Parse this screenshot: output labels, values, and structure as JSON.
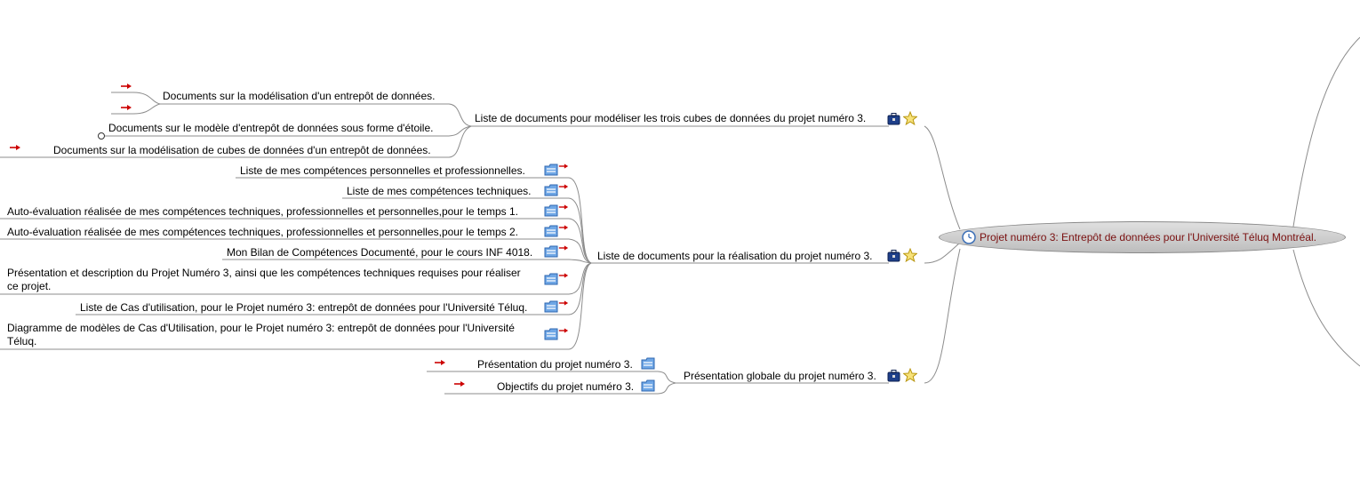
{
  "root": {
    "label": "Projet numéro 3: Entrepôt de données pour l'Université Téluq Montréal.",
    "icon": "clock-icon"
  },
  "branches": {
    "model": {
      "label": "Liste de documents pour modéliser les trois cubes de données du projet numéro 3.",
      "icons": [
        "briefcase-icon",
        "star-icon"
      ],
      "children": [
        "Documents sur la modélisation d'un entrepôt de données.",
        "Documents sur le modèle d'entrepôt de données sous forme d'étoile.",
        "Documents sur la modélisation de cubes de données d'un entrepôt de données."
      ]
    },
    "realisation": {
      "label": "Liste de documents pour la réalisation du projet numéro 3.",
      "icons": [
        "briefcase-icon",
        "star-icon"
      ],
      "children": [
        "Liste de mes compétences personnelles et professionnelles.",
        "Liste de mes compétences techniques.",
        "Auto-évaluation réalisée de mes compétences techniques, professionnelles et personnelles,pour le temps 1.",
        "Auto-évaluation réalisée de mes compétences techniques, professionnelles et personnelles,pour le temps 2.",
        "Mon Bilan de Compétences Documenté, pour le cours INF 4018.",
        "Présentation et description du Projet Numéro 3, ainsi que les compétences techniques requises pour réaliser ce projet.",
        "Liste de Cas d'utilisation, pour le Projet numéro 3: entrepôt de données pour l'Université Téluq.",
        "Diagramme de modèles de Cas d'Utilisation, pour le Projet numéro 3: entrepôt de données pour l'Université Téluq."
      ]
    },
    "presentation": {
      "label": "Présentation globale du projet numéro 3.",
      "icons": [
        "briefcase-icon",
        "star-icon"
      ],
      "children": [
        "Présentation du projet numéro 3.",
        "Objectifs du projet numéro 3."
      ]
    }
  },
  "colors": {
    "link_arrow": "#cc0000",
    "root_text": "#7a1010",
    "line": "#8c8c8c"
  }
}
